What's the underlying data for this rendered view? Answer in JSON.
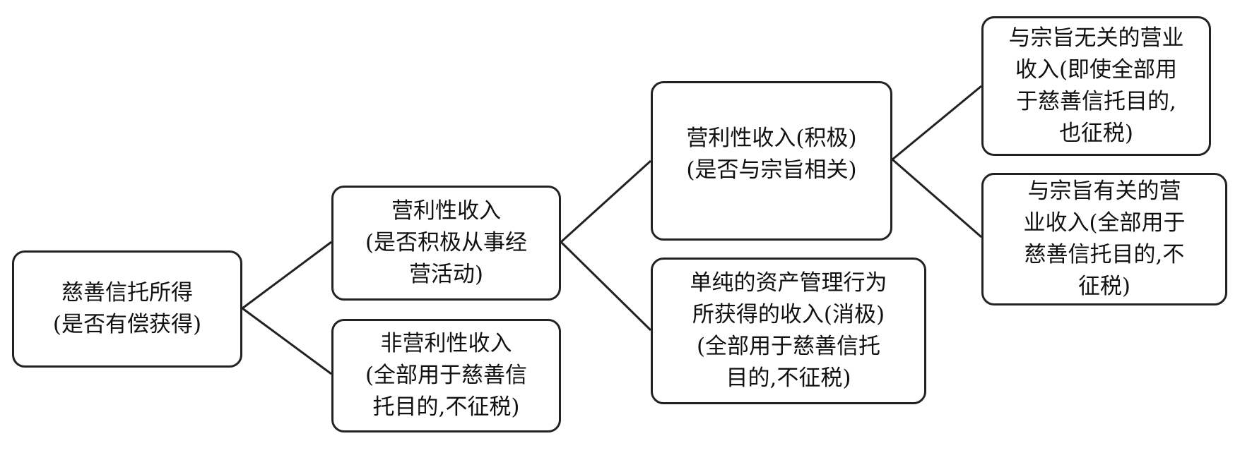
{
  "diagram": {
    "root": {
      "lines": [
        "慈善信托所得",
        "(是否有偿获得)"
      ]
    },
    "level1": [
      {
        "lines": [
          "营利性收入",
          "(是否积极从事经",
          "营活动)"
        ]
      },
      {
        "lines": [
          "非营利性收入",
          "(全部用于慈善信",
          "托目的,不征税)"
        ]
      }
    ],
    "level2": [
      {
        "lines": [
          "营利性收入(积极)",
          "(是否与宗旨相关)"
        ]
      },
      {
        "lines": [
          "单纯的资产管理行为",
          "所获得的收入(消极)",
          "(全部用于慈善信托",
          "目的,不征税)"
        ]
      }
    ],
    "level3": [
      {
        "lines": [
          "与宗旨无关的营业",
          "收入(即使全部用",
          "于慈善信托目的,",
          "也征税)"
        ]
      },
      {
        "lines": [
          "与宗旨有关的营",
          "业收入(全部用于",
          "慈善信托目的,不",
          "征税)"
        ]
      }
    ],
    "colors": {
      "stroke": "#222222",
      "background": "#ffffff"
    }
  }
}
